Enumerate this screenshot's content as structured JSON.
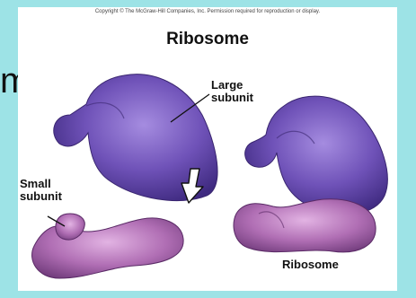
{
  "background_color": "#9de3e6",
  "slide_fragment": "m",
  "figure": {
    "copyright": "Copyright © The McGraw-Hill Companies, Inc. Permission required for reproduction or display.",
    "title": "Ribosome",
    "labels": {
      "large_line1": "Large",
      "large_line2": "subunit",
      "small_line1": "Small",
      "small_line2": "subunit",
      "ribosome": "Ribosome"
    },
    "colors": {
      "large_subunit": "#6a4fb0",
      "small_subunit": "#a25aa8"
    },
    "arrow_icon": "down-arrow-icon"
  }
}
